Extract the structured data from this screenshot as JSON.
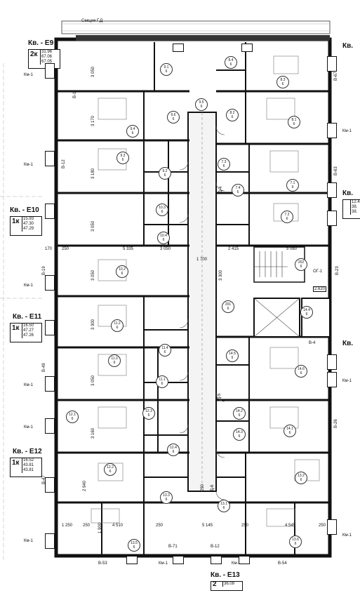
{
  "title_top": "Секция Г.Д",
  "apartments": [
    {
      "id": "e9",
      "label": "Кв. - Е9",
      "type": "2к",
      "values": [
        "31.96",
        "67.06",
        "67.05"
      ]
    },
    {
      "id": "e10",
      "label": "Кв. - Е10",
      "type": "1к",
      "values": [
        "15.93",
        "47.30",
        "47.29"
      ]
    },
    {
      "id": "e11",
      "label": "Кв. - Е11",
      "type": "1к",
      "values": [
        "16.50",
        "47.27",
        "47.26"
      ]
    },
    {
      "id": "e12",
      "label": "Кв. - Е12",
      "type": "1к",
      "values": [
        "16.52",
        "43.81",
        "43.81"
      ]
    },
    {
      "id": "e13",
      "label": "Кв. - Е13",
      "type": "2",
      "values": [
        "36.09"
      ]
    }
  ],
  "right_apartments": [
    {
      "id": "r1",
      "label": "Кв.",
      "values": []
    },
    {
      "id": "r2",
      "label": "Кв.",
      "values": [
        "12.4",
        "38.",
        "38."
      ]
    },
    {
      "id": "r3",
      "label": "Кв.",
      "values": []
    }
  ],
  "rooms": [
    {
      "id": "9.1",
      "sub": "6"
    },
    {
      "id": "9.4",
      "sub": "6"
    },
    {
      "id": "9.6",
      "sub": "6"
    },
    {
      "id": "9.5",
      "sub": "6"
    },
    {
      "id": "9.3",
      "sub": "6"
    },
    {
      "id": "9.2",
      "sub": "6"
    },
    {
      "id": "8.4",
      "sub": "6"
    },
    {
      "id": "8.3",
      "sub": "6"
    },
    {
      "id": "8.2",
      "sub": "6"
    },
    {
      "id": "8.1",
      "sub": "6"
    },
    {
      "id": "7.3",
      "sub": "6"
    },
    {
      "id": "7.4",
      "sub": "6"
    },
    {
      "id": "7.1",
      "sub": "6"
    },
    {
      "id": "7.2",
      "sub": "6"
    },
    {
      "id": "10.3",
      "sub": "6"
    },
    {
      "id": "10.4",
      "sub": "6"
    },
    {
      "id": "10.2",
      "sub": "6"
    },
    {
      "id": "11.2",
      "sub": "6"
    },
    {
      "id": "11.3",
      "sub": "6"
    },
    {
      "id": "11.4",
      "sub": "6"
    },
    {
      "id": "11.1",
      "sub": "6"
    },
    {
      "id": "12.1",
      "sub": "6"
    },
    {
      "id": "12.3",
      "sub": "6"
    },
    {
      "id": "12.4",
      "sub": "6"
    },
    {
      "id": "12.2",
      "sub": "6"
    },
    {
      "id": "13.3",
      "sub": "6"
    },
    {
      "id": "13.1",
      "sub": "6"
    },
    {
      "id": "13.5",
      "sub": "6"
    },
    {
      "id": "13.2",
      "sub": "6"
    },
    {
      "id": "13.6",
      "sub": "6"
    },
    {
      "id": "14.5",
      "sub": "6"
    },
    {
      "id": "14.6",
      "sub": "6"
    },
    {
      "id": "14.2",
      "sub": "6"
    },
    {
      "id": "14.3",
      "sub": "6"
    },
    {
      "id": "14.1",
      "sub": "6"
    },
    {
      "id": "14.4",
      "sub": "6"
    },
    {
      "id": "201",
      "sub": "6"
    },
    {
      "id": "202",
      "sub": "6"
    }
  ],
  "left_dims": [
    "3 050",
    "3 170",
    "3 180",
    "3 050",
    "3 050",
    "3 300",
    "3 050",
    "3 160",
    "2 940",
    "1 900"
  ],
  "bottom_dims": [
    "1 250",
    "250",
    "4 510",
    "250",
    "5 145",
    "250",
    "4 545",
    "250"
  ],
  "mid_dims": [
    "170",
    "250",
    "5 335",
    "3 050",
    "2 415",
    "5 080",
    "1 700",
    "3 300"
  ],
  "window_labels": [
    "В-1",
    "В-67",
    "В-12",
    "В-63",
    "В-19",
    "В-23",
    "В-49",
    "В-26",
    "В-47",
    "В-53",
    "В-54",
    "В-71",
    "В-12",
    "В-4",
    "Д-6",
    "Д-5",
    "Д-4"
  ],
  "km_label": "Км-1",
  "misc": [
    "2.620",
    "ОГ-1",
    "250"
  ]
}
